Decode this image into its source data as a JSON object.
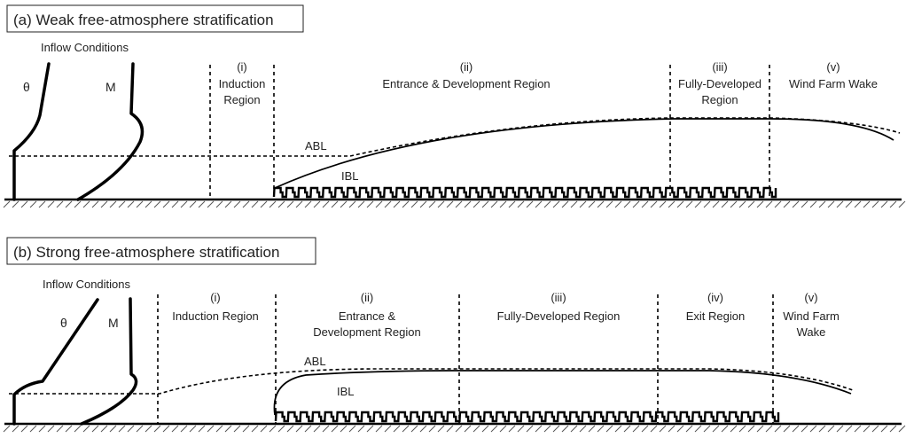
{
  "panel_a": {
    "title": "(a) Weak free-atmosphere stratification",
    "inflow_title": "Inflow Conditions",
    "theta_symbol": "θ",
    "m_symbol": "M",
    "abl_label": "ABL",
    "ibl_label": "IBL",
    "regions": [
      {
        "numeral": "(i)",
        "name_lines": [
          "Induction",
          "Region"
        ]
      },
      {
        "numeral": "(ii)",
        "name_lines": [
          "Entrance & Development Region"
        ]
      },
      {
        "numeral": "(iii)",
        "name_lines": [
          "Fully-Developed",
          "Region"
        ]
      },
      {
        "numeral": "(v)",
        "name_lines": [
          "Wind Farm Wake"
        ]
      }
    ]
  },
  "panel_b": {
    "title": "(b) Strong free-atmosphere stratification",
    "inflow_title": "Inflow Conditions",
    "theta_symbol": "θ",
    "m_symbol": "M",
    "abl_label": "ABL",
    "ibl_label": "IBL",
    "regions": [
      {
        "numeral": "(i)",
        "name_lines": [
          "Induction Region"
        ]
      },
      {
        "numeral": "(ii)",
        "name_lines": [
          "Entrance &",
          "Development Region"
        ]
      },
      {
        "numeral": "(iii)",
        "name_lines": [
          "Fully-Developed Region"
        ]
      },
      {
        "numeral": "(iv)",
        "name_lines": [
          "Exit Region"
        ]
      },
      {
        "numeral": "(v)",
        "name_lines": [
          "Wind Farm",
          "Wake"
        ]
      }
    ]
  }
}
